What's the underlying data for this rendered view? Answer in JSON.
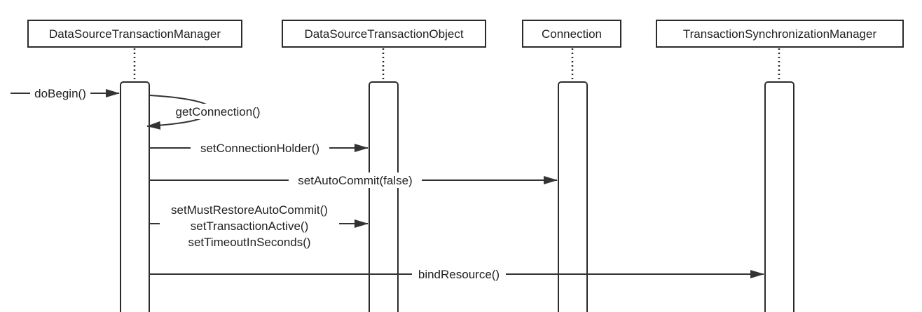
{
  "participants": [
    {
      "id": "dstm",
      "name": "DataSourceTransactionManager"
    },
    {
      "id": "dsto",
      "name": "DataSourceTransactionObject"
    },
    {
      "id": "conn",
      "name": "Connection"
    },
    {
      "id": "tsm",
      "name": "TransactionSynchronizationManager"
    }
  ],
  "messages": {
    "entry": {
      "label": "doBegin()",
      "to": "dstm"
    },
    "self_call": {
      "label": "getConnection()",
      "on": "dstm"
    },
    "calls": [
      {
        "label": [
          "setConnectionHolder()"
        ],
        "from": "dstm",
        "to": "dsto"
      },
      {
        "label": [
          "setAutoCommit(false)"
        ],
        "from": "dstm",
        "to": "conn"
      },
      {
        "label": [
          "setMustRestoreAutoCommit()",
          "setTransactionActive()",
          "setTimeoutInSeconds()"
        ],
        "from": "dstm",
        "to": "dsto"
      },
      {
        "label": [
          "bindResource()"
        ],
        "from": "dstm",
        "to": "tsm"
      }
    ]
  },
  "colors": {
    "line": "#333333",
    "box_border": "#2b2b2b",
    "background": "#ffffff"
  }
}
